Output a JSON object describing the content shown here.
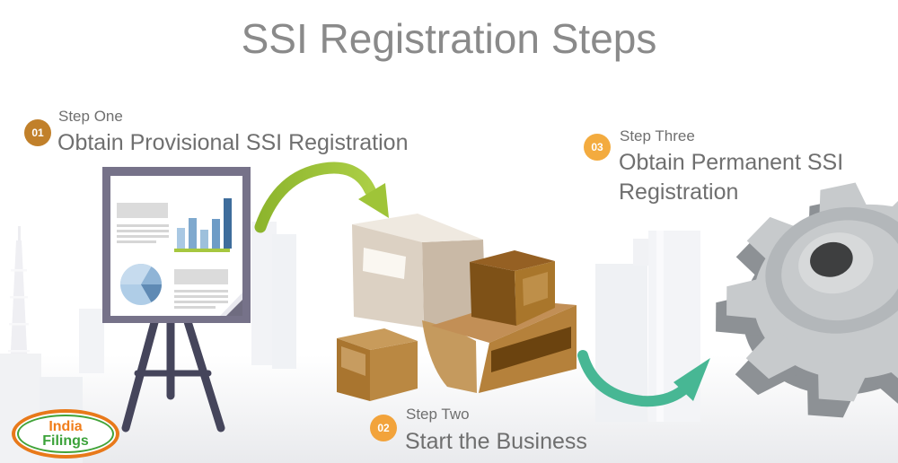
{
  "title": "SSI Registration Steps",
  "steps": [
    {
      "number": "01",
      "label": "Step One",
      "heading": "Obtain Provisional SSI Registration",
      "badge_color": "#C1802A"
    },
    {
      "number": "02",
      "label": "Step Two",
      "heading": "Start the Business",
      "badge_color": "#F2A33B"
    },
    {
      "number": "03",
      "label": "Step Three",
      "heading": "Obtain Permanent SSI Registration",
      "badge_color": "#F3AB3F"
    }
  ],
  "logo": {
    "line1": "India",
    "line2": "Filings",
    "line1_color": "#F07D1A",
    "line2_color": "#3BA23A"
  },
  "illustrations": [
    "presentation-easel-illustration",
    "cardboard-boxes-illustration",
    "gear-illustration",
    "green-curved-arrow-icon",
    "teal-curved-arrow-icon",
    "city-skyline-background"
  ],
  "colors": {
    "title_text": "#8A8A8A",
    "step_text": "#6F6F6F",
    "arrow_green": "#9FC438",
    "arrow_teal": "#47B794",
    "gear_gray": "#C7CACC",
    "board_frame": "#767289",
    "box_brown": "#B5813B",
    "box_cream": "#DCD1C3",
    "skyline": "#F0F1F4"
  }
}
